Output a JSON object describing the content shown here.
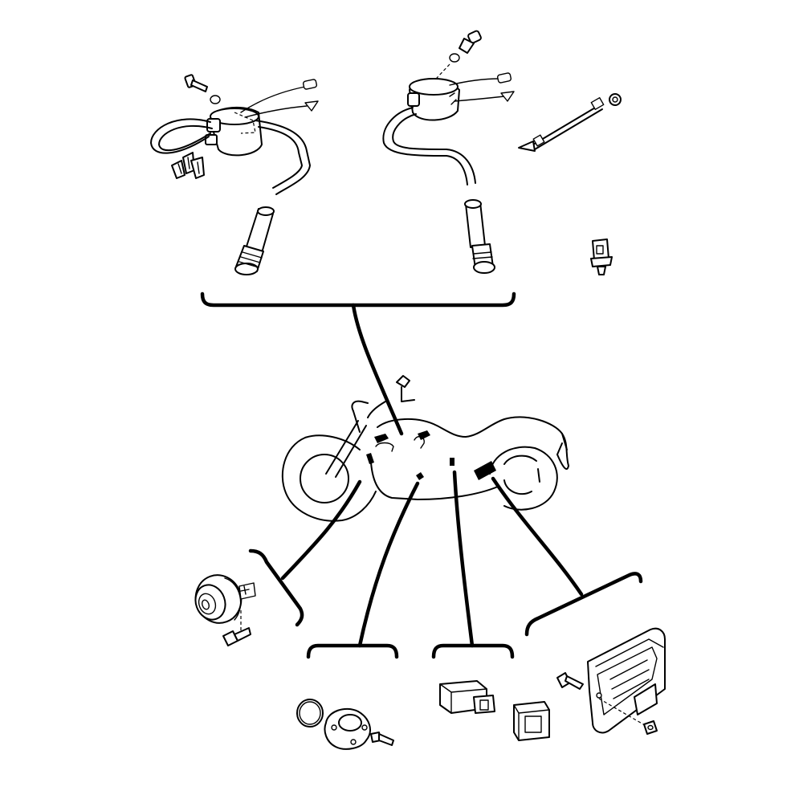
{
  "diagram": {
    "type": "exploded-parts-diagram",
    "subject": "motorcycle",
    "colors": {
      "line": "#000000",
      "background": "#ffffff"
    },
    "parts": [
      {
        "id": "ignition-coil-1",
        "kind": "ignition coil with spark plug cap"
      },
      {
        "id": "ignition-coil-2",
        "kind": "ignition coil with spark plug cap"
      },
      {
        "id": "ground-lead",
        "kind": "ground lead wire"
      },
      {
        "id": "wire-clip",
        "kind": "clip"
      },
      {
        "id": "horn",
        "kind": "horn"
      },
      {
        "id": "sensor",
        "kind": "sensor with o-ring"
      },
      {
        "id": "relay",
        "kind": "relay"
      },
      {
        "id": "rectifier-regulator",
        "kind": "regulator/rectifier"
      }
    ]
  }
}
